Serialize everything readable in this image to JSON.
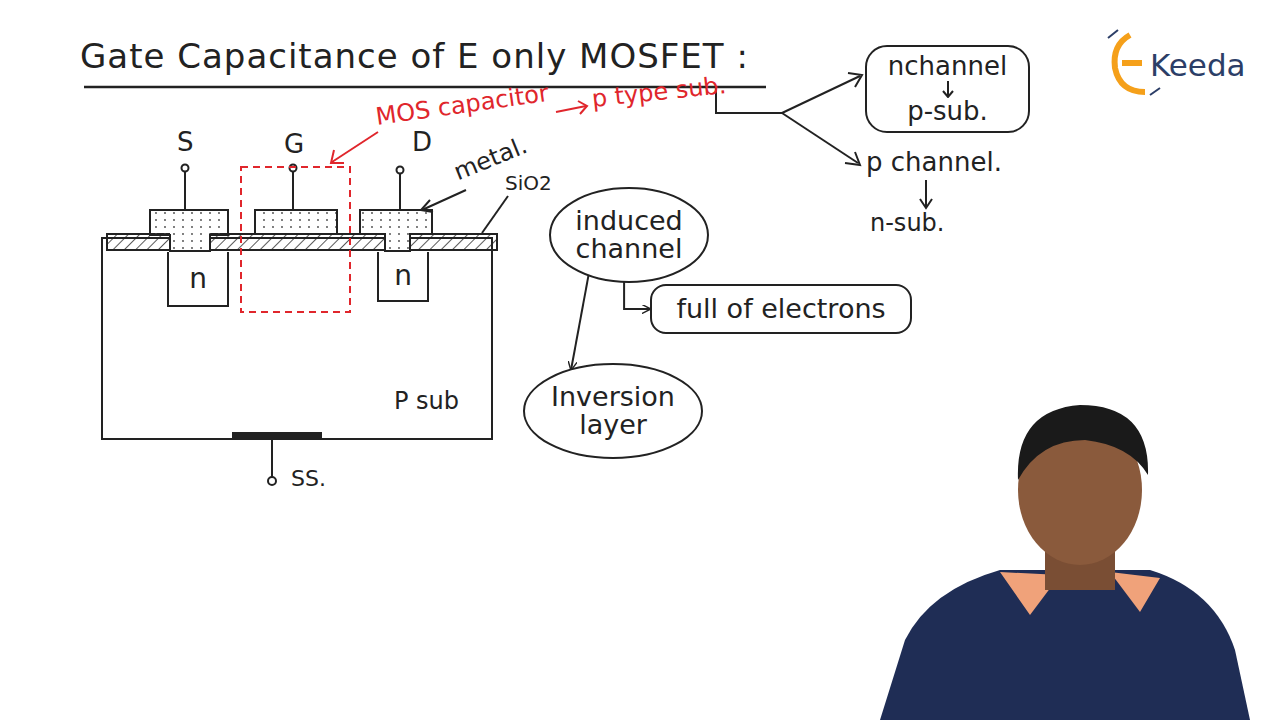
{
  "diagram": {
    "title": "Gate Capacitance of E only MOSFET :",
    "nodes": [
      {
        "text": [
          "P sub"
        ]
      },
      {
        "text": [
          "n"
        ],
        "in": 0
      },
      {
        "text": [
          "n"
        ],
        "in": 0
      },
      {
        "text": [
          "nchannel",
          "p-sub."
        ]
      },
      {
        "text": [
          "induced channel"
        ]
      },
      {
        "text": [
          "full of electrons"
        ]
      },
      {
        "text": [
          "Inversion layer"
        ]
      }
    ],
    "edges": [
      {
        "from": 4,
        "to": 5,
        "arrow": "to"
      },
      {
        "from": 4,
        "to": 6,
        "arrow": "to"
      }
    ],
    "labels": [
      "S",
      "G",
      "D",
      "MOS capacitor",
      "p type sub.",
      "metal.",
      "SiO2",
      "SS.",
      "p channel.",
      "n-sub.",
      "Keeda"
    ]
  }
}
